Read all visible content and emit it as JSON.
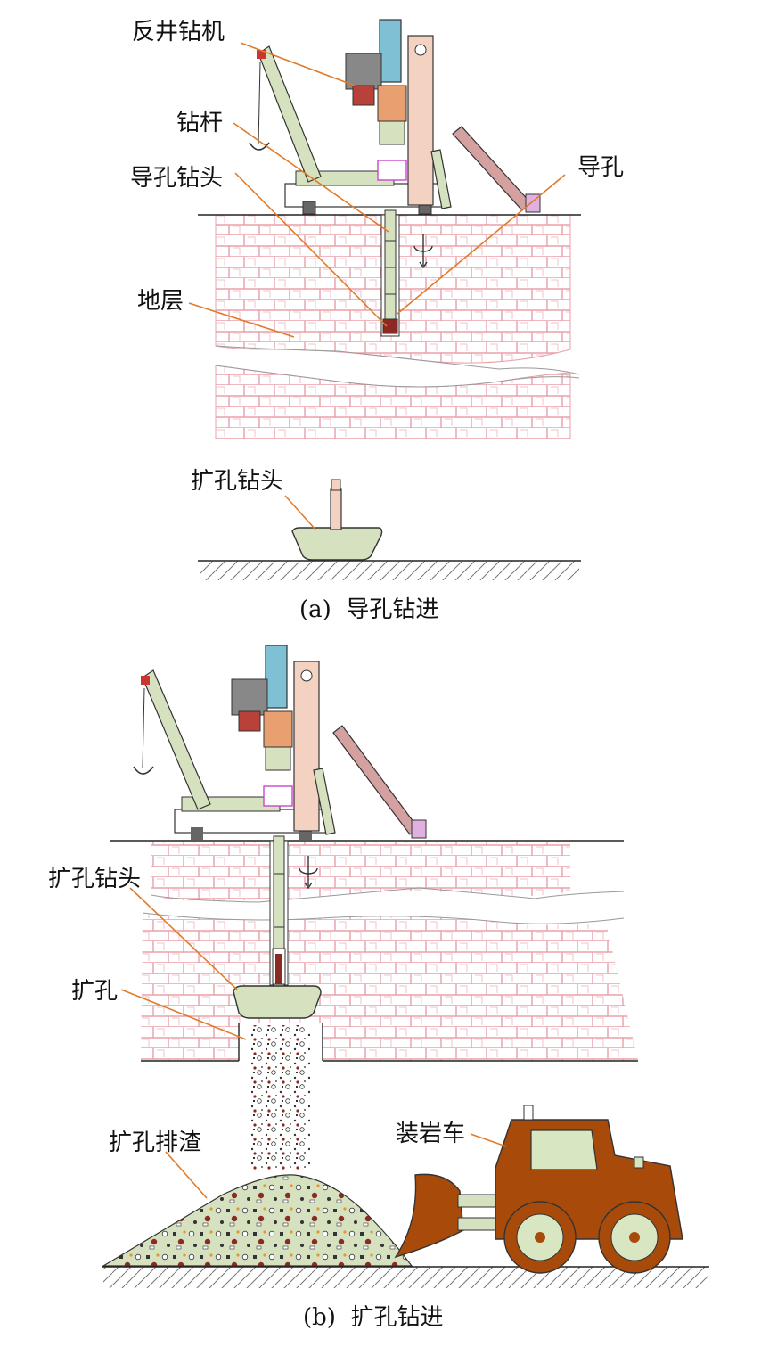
{
  "panel_a": {
    "labels": {
      "rig": "反井钻机",
      "rod": "钻杆",
      "pilot_bit": "导孔钻头",
      "pilot_hole": "导孔",
      "stratum": "地层",
      "reamer_bit": "扩孔钻头"
    },
    "caption": "(a)  导孔钻进"
  },
  "panel_b": {
    "labels": {
      "reamer_bit": "扩孔钻头",
      "reamed_hole": "扩孔",
      "muck": "扩孔排渣",
      "loader": "装岩车"
    },
    "caption": "(b)  扩孔钻进"
  },
  "colors": {
    "brick": "#e9a0a8",
    "leader": "#e07b2a",
    "bit_fill": "#d6e2bf",
    "rod_fill": "#d6e2bf",
    "mast_fill": "#f3d2c2",
    "motor_fill": "#7fc0d4",
    "loader_body": "#a84a0a",
    "loader_window": "#d9e6c2",
    "muck_fill": "#d6e2bf"
  }
}
